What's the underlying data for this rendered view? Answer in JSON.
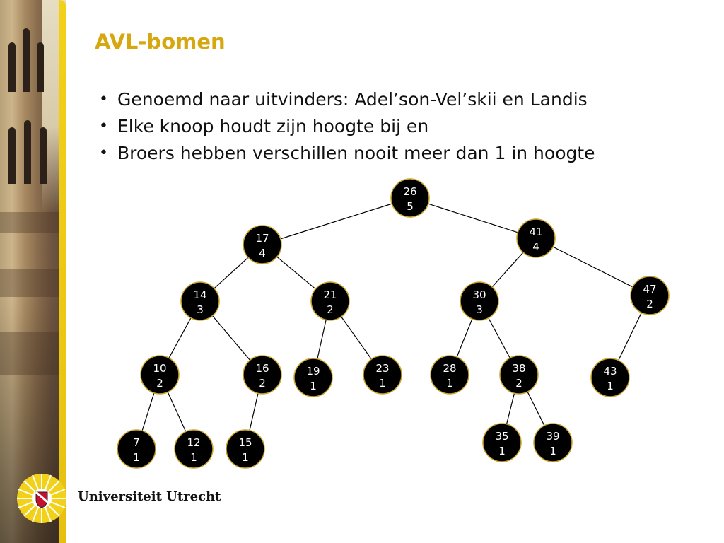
{
  "slide": {
    "title": "AVL-bomen",
    "bullets": [
      "Genoemd naar uitvinders: Adel’son-Vel’skii en Landis",
      "Elke knoop houdt zijn hoogte bij en",
      "Broers hebben verschillen nooit meer dan 1 in hoogte"
    ]
  },
  "footer": {
    "logo_icon": "universiteit-utrecht-sun-seal",
    "university_name": "Universiteit Utrecht"
  },
  "colors": {
    "title": "#d6a70f",
    "accent_stripe": "#f2d11a",
    "node_fill": "#000000",
    "node_border": "#c9a52b"
  },
  "tree": {
    "nodes": [
      {
        "id": "n26",
        "key": "26",
        "height": "5"
      },
      {
        "id": "n17",
        "key": "17",
        "height": "4"
      },
      {
        "id": "n41",
        "key": "41",
        "height": "4"
      },
      {
        "id": "n14",
        "key": "14",
        "height": "3"
      },
      {
        "id": "n21",
        "key": "21",
        "height": "2"
      },
      {
        "id": "n30",
        "key": "30",
        "height": "3"
      },
      {
        "id": "n47",
        "key": "47",
        "height": "2"
      },
      {
        "id": "n10",
        "key": "10",
        "height": "2"
      },
      {
        "id": "n16",
        "key": "16",
        "height": "2"
      },
      {
        "id": "n19",
        "key": "19",
        "height": "1"
      },
      {
        "id": "n23",
        "key": "23",
        "height": "1"
      },
      {
        "id": "n28",
        "key": "28",
        "height": "1"
      },
      {
        "id": "n38",
        "key": "38",
        "height": "2"
      },
      {
        "id": "n43",
        "key": "43",
        "height": "1"
      },
      {
        "id": "n7",
        "key": "7",
        "height": "1"
      },
      {
        "id": "n12",
        "key": "12",
        "height": "1"
      },
      {
        "id": "n15",
        "key": "15",
        "height": "1"
      },
      {
        "id": "n35",
        "key": "35",
        "height": "1"
      },
      {
        "id": "n39",
        "key": "39",
        "height": "1"
      }
    ],
    "edges": [
      [
        "n26",
        "n17"
      ],
      [
        "n26",
        "n41"
      ],
      [
        "n17",
        "n14"
      ],
      [
        "n17",
        "n21"
      ],
      [
        "n41",
        "n30"
      ],
      [
        "n41",
        "n47"
      ],
      [
        "n14",
        "n10"
      ],
      [
        "n14",
        "n16"
      ],
      [
        "n21",
        "n19"
      ],
      [
        "n21",
        "n23"
      ],
      [
        "n30",
        "n28"
      ],
      [
        "n30",
        "n38"
      ],
      [
        "n47",
        "n43"
      ],
      [
        "n10",
        "n7"
      ],
      [
        "n10",
        "n12"
      ],
      [
        "n16",
        "n15"
      ],
      [
        "n38",
        "n35"
      ],
      [
        "n38",
        "n39"
      ]
    ]
  }
}
